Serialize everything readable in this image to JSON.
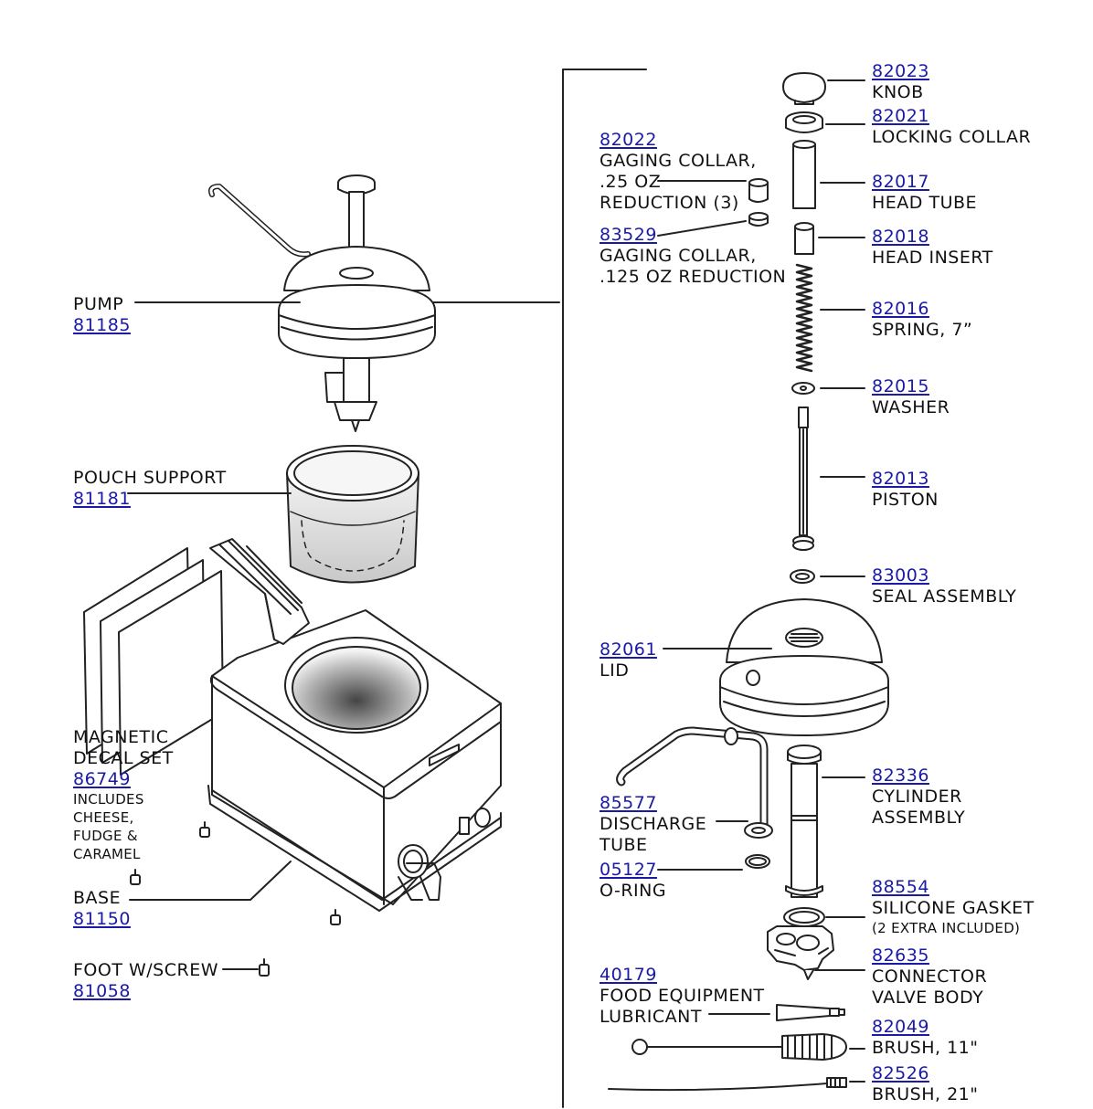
{
  "parts": {
    "knob": {
      "number": "82023",
      "desc": [
        "KNOB"
      ]
    },
    "locking_collar": {
      "number": "82021",
      "desc": [
        "LOCKING COLLAR"
      ]
    },
    "gaging_collar_25": {
      "number": "82022",
      "desc": [
        "GAGING COLLAR,",
        ".25 OZ",
        "REDUCTION (3)"
      ]
    },
    "head_tube": {
      "number": "82017",
      "desc": [
        "HEAD TUBE"
      ]
    },
    "gaging_collar_125": {
      "number": "83529",
      "desc": [
        "GAGING COLLAR,",
        ".125 OZ REDUCTION"
      ]
    },
    "head_insert": {
      "number": "82018",
      "desc": [
        "HEAD INSERT"
      ]
    },
    "spring": {
      "number": "82016",
      "desc": [
        "SPRING, 7”"
      ]
    },
    "washer": {
      "number": "82015",
      "desc": [
        "WASHER"
      ]
    },
    "piston": {
      "number": "82013",
      "desc": [
        "PISTON"
      ]
    },
    "seal_assembly": {
      "number": "83003",
      "desc": [
        "SEAL ASSEMBLY"
      ]
    },
    "lid": {
      "number": "82061",
      "desc": [
        "LID"
      ]
    },
    "cylinder_assembly": {
      "number": "82336",
      "desc": [
        "CYLINDER",
        "ASSEMBLY"
      ]
    },
    "discharge_tube": {
      "number": "85577",
      "desc": [
        "DISCHARGE",
        "TUBE"
      ]
    },
    "o_ring": {
      "number": "05127",
      "desc": [
        "O-RING"
      ]
    },
    "silicone_gasket": {
      "number": "88554",
      "desc": [
        "SILICONE GASKET"
      ],
      "note": [
        "(2 EXTRA INCLUDED)"
      ]
    },
    "connector_valve_body": {
      "number": "82635",
      "desc": [
        "CONNECTOR",
        "VALVE BODY"
      ]
    },
    "lubricant": {
      "number": "40179",
      "desc": [
        "FOOD EQUIPMENT",
        "LUBRICANT"
      ]
    },
    "brush_11": {
      "number": "82049",
      "desc": [
        "BRUSH, 11\""
      ]
    },
    "brush_21": {
      "number": "82526",
      "desc": [
        "BRUSH, 21\""
      ]
    },
    "pump": {
      "number": "81185",
      "desc": [
        "PUMP"
      ]
    },
    "pouch_support": {
      "number": "81181",
      "desc": [
        "POUCH SUPPORT"
      ]
    },
    "magnetic_decal_set": {
      "number": "86749",
      "desc": [
        "MAGNETIC",
        "DECAL SET"
      ],
      "note": [
        "INCLUDES",
        "CHEESE,",
        "FUDGE &",
        "CARAMEL"
      ]
    },
    "base": {
      "number": "81150",
      "desc": [
        "BASE"
      ]
    },
    "foot": {
      "number": "81058",
      "desc": [
        "FOOT W/SCREW"
      ]
    }
  }
}
